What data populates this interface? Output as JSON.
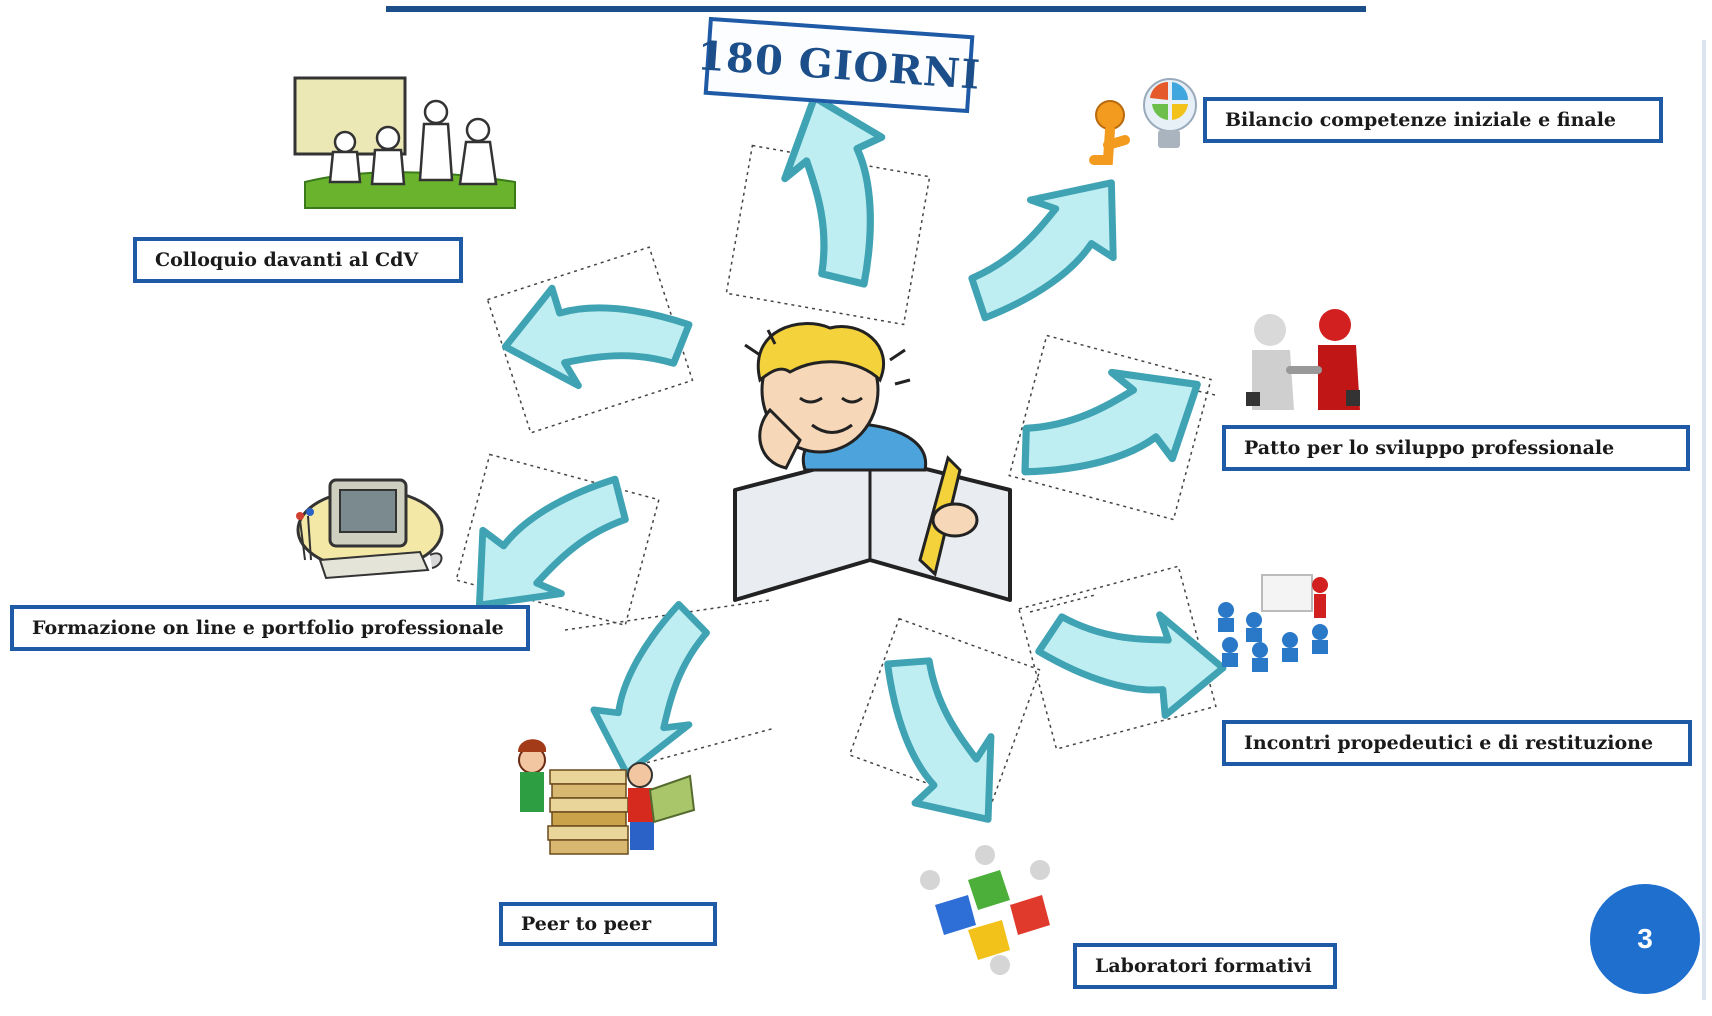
{
  "title": "180 GIORNI",
  "page_number": "3",
  "colors": {
    "box_border": "#1f5aa6",
    "arrow_fill": "#bfeef2",
    "arrow_stroke": "#3fa3b4",
    "badge": "#1f6fcf",
    "rule": "#1c4e8a"
  },
  "center_icon": "student-writing-icon",
  "nodes": [
    {
      "id": "bilancio",
      "label": "Bilancio competenze iniziale e finale",
      "icon": "lightbulb-gears-icon"
    },
    {
      "id": "patto",
      "label": "Patto  per lo sviluppo professionale",
      "icon": "handshake-icon"
    },
    {
      "id": "incontri",
      "label": "Incontri propedeutici e di restituzione",
      "icon": "meeting-presentation-icon"
    },
    {
      "id": "laboratori",
      "label": "Laboratori formativi",
      "icon": "puzzle-team-icon"
    },
    {
      "id": "peer",
      "label": "Peer to peer",
      "icon": "study-books-icon"
    },
    {
      "id": "formazione",
      "label": "Formazione on line e portfolio professionale",
      "icon": "computer-icon"
    },
    {
      "id": "colloquio",
      "label": "Colloquio davanti al CdV",
      "icon": "classroom-meeting-icon"
    }
  ]
}
